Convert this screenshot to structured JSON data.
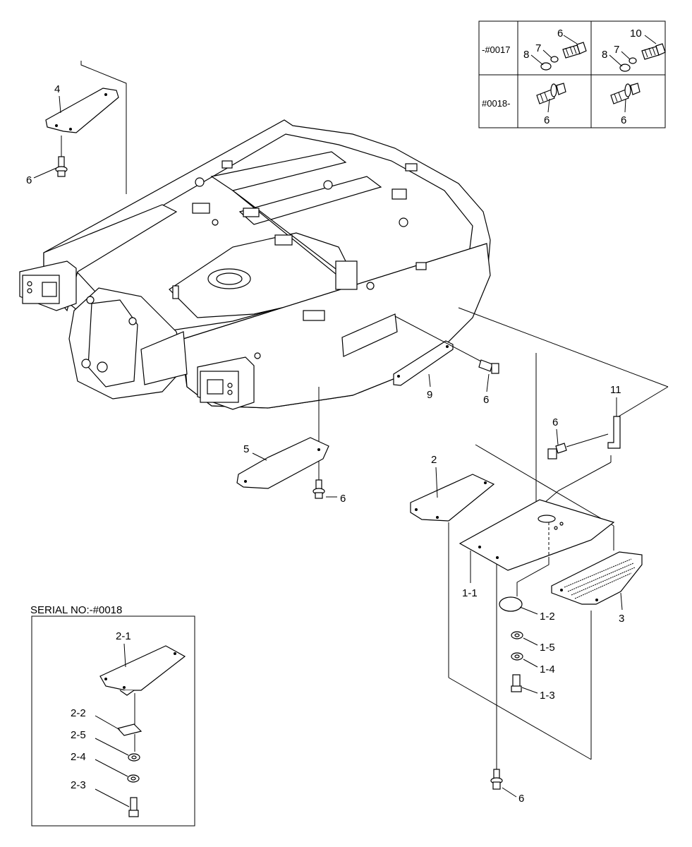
{
  "legend_table": {
    "rows": [
      {
        "range": "-#0017",
        "left_parts": [
          "6",
          "7",
          "8"
        ],
        "right_parts": [
          "10",
          "7",
          "8"
        ]
      },
      {
        "range": "#0018-",
        "left_parts": [
          "6"
        ],
        "right_parts": [
          "6"
        ]
      }
    ]
  },
  "labels": {
    "p4": "4",
    "p6_a": "6",
    "p5": "5",
    "p6_b": "6",
    "p9": "9",
    "p6_c": "6",
    "p11": "11",
    "p6_d": "6",
    "p2": "2",
    "p1_1": "1-1",
    "p1_2": "1-2",
    "p1_5": "1-5",
    "p1_4": "1-4",
    "p1_3": "1-3",
    "p3": "3",
    "p6_e": "6"
  },
  "inset": {
    "title": "SERIAL NO:-#0018",
    "labels": {
      "p2_1": "2-1",
      "p2_2": "2-2",
      "p2_5": "2-5",
      "p2_4": "2-4",
      "p2_3": "2-3"
    }
  }
}
